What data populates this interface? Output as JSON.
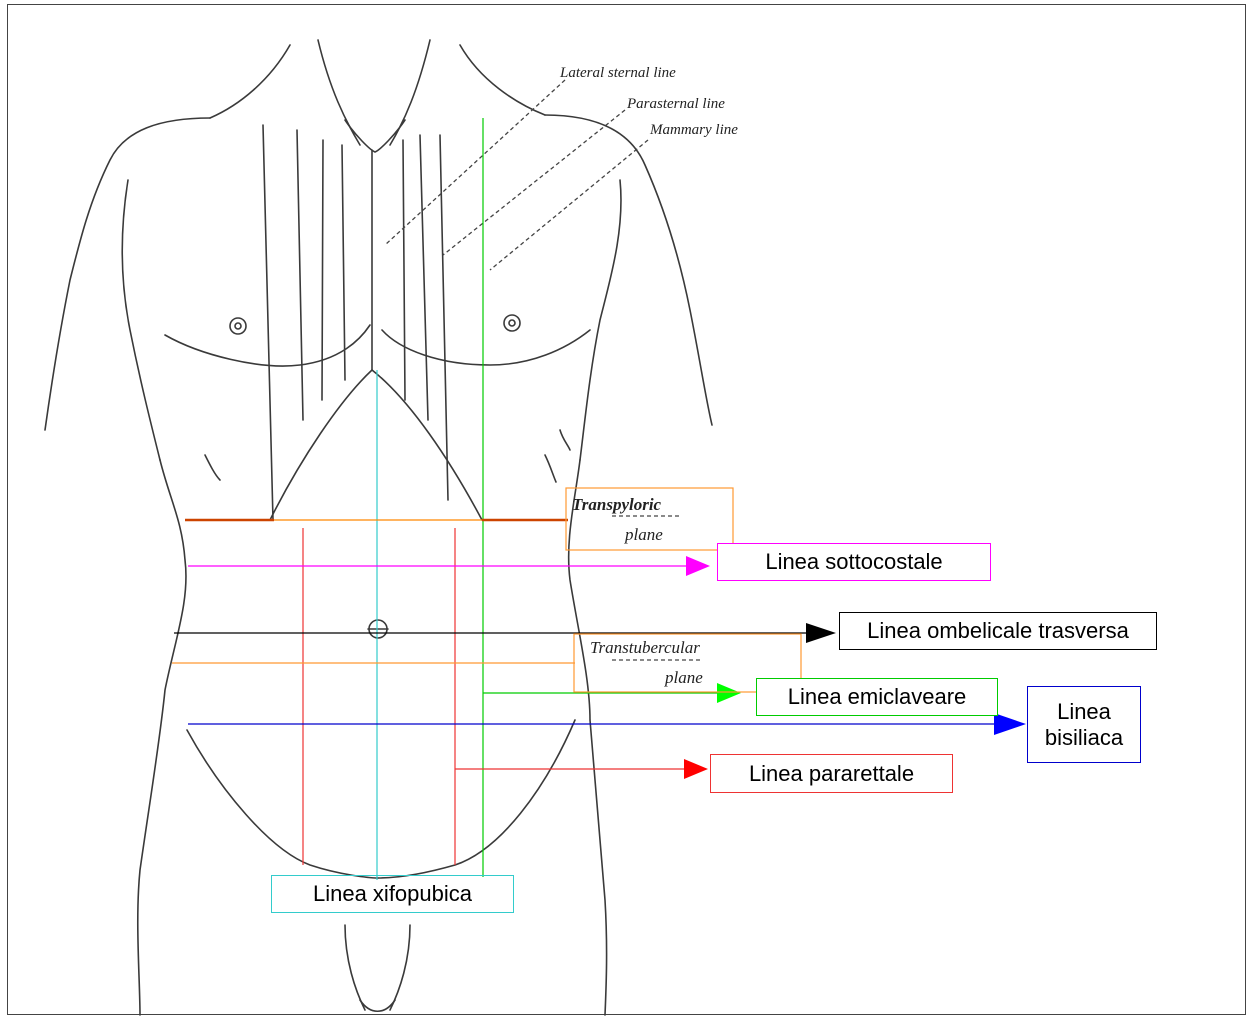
{
  "engraving_labels": {
    "lateral_sternal": "Lateral sternal line",
    "parasternal": "Parasternal line",
    "mammary": "Mammary line",
    "transpyloric_1": "Transpyloric",
    "transpyloric_2": "plane",
    "transtubercular_1": "Transtubercular",
    "transtubercular_2": "plane"
  },
  "labels": {
    "sottocostale": "Linea sottocostale",
    "ombelicale": "Linea ombelicale trasversa",
    "emiclaveare": "Linea emiclaveare",
    "bisiliaca_1": "Linea",
    "bisiliaca_2": "bisiliaca",
    "pararettale": "Linea pararettale",
    "xifopubica": "Linea xifopubica"
  },
  "colors": {
    "sottocostale": "#ff00ff",
    "ombelicale": "#000000",
    "emiclaveare": "#00cc00",
    "bisiliaca": "#0000cc",
    "pararettale": "#ff0000",
    "xifopubica": "#33cccc",
    "transpyloric": "#ff8800",
    "transtubercular": "#ff9933"
  }
}
